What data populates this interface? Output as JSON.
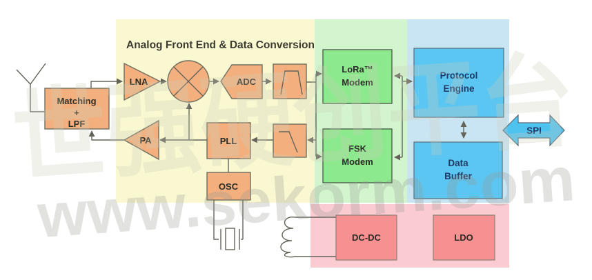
{
  "title": "Analog Front End & Data Conversion",
  "blocks": {
    "matching": {
      "line1": "Matching",
      "line2": "+",
      "line3": "LPF"
    },
    "lna": {
      "label": "LNA"
    },
    "pa": {
      "label": "PA"
    },
    "adc": {
      "label": "ADC"
    },
    "pll": {
      "label": "PLL"
    },
    "osc": {
      "label": "OSC"
    },
    "lora": {
      "line1": "LoRa™",
      "line2": "Modem"
    },
    "fsk": {
      "line1": "FSK",
      "line2": "Modem"
    },
    "protocol": {
      "line1": "Protocol",
      "line2": "Engine"
    },
    "buffer": {
      "line1": "Data",
      "line2": "Buffer"
    },
    "spi": {
      "label": "SPI"
    },
    "dcdc": {
      "label": "DC-DC"
    },
    "ldo": {
      "label": "LDO"
    }
  },
  "watermark": {
    "site": "www.sekorm.com",
    "brand_cn": "世强硬创平台"
  },
  "colors": {
    "region_yellow": "#FAF8D0",
    "region_green": "#D2F5CE",
    "region_blue": "#C9E5F3",
    "region_pink": "#FACBD0",
    "block_orange": "#F3B07E",
    "block_green": "#8DE98D",
    "block_blue": "#5BC6F2",
    "block_red": "#F79090",
    "spi_blue": "#4FC3F0",
    "line_gray": "#63635A",
    "text_navy": "#1F3864"
  }
}
